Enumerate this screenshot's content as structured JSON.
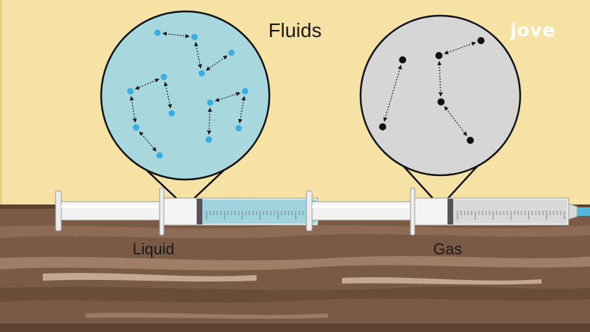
{
  "title": "Fluids",
  "brand": {
    "logo_text": "jove"
  },
  "panels": [
    {
      "label": "Liquid",
      "fill": "#a8d8de",
      "particle_color": "#3aaee0",
      "tube_fill": "#9fd3dd"
    },
    {
      "label": "Gas",
      "fill": "#d6d6d6",
      "particle_color": "#111111",
      "tube_fill": "#d9d9d9"
    }
  ],
  "colors": {
    "wall": "#f7e2a6",
    "table": "#7a5a44",
    "tip": "#4fb8e0",
    "arrow": "#1a1a1a"
  },
  "icons": [
    "double-arrow-icon",
    "particle-dot-icon",
    "syringe-icon",
    "magnifier-circle-icon"
  ]
}
